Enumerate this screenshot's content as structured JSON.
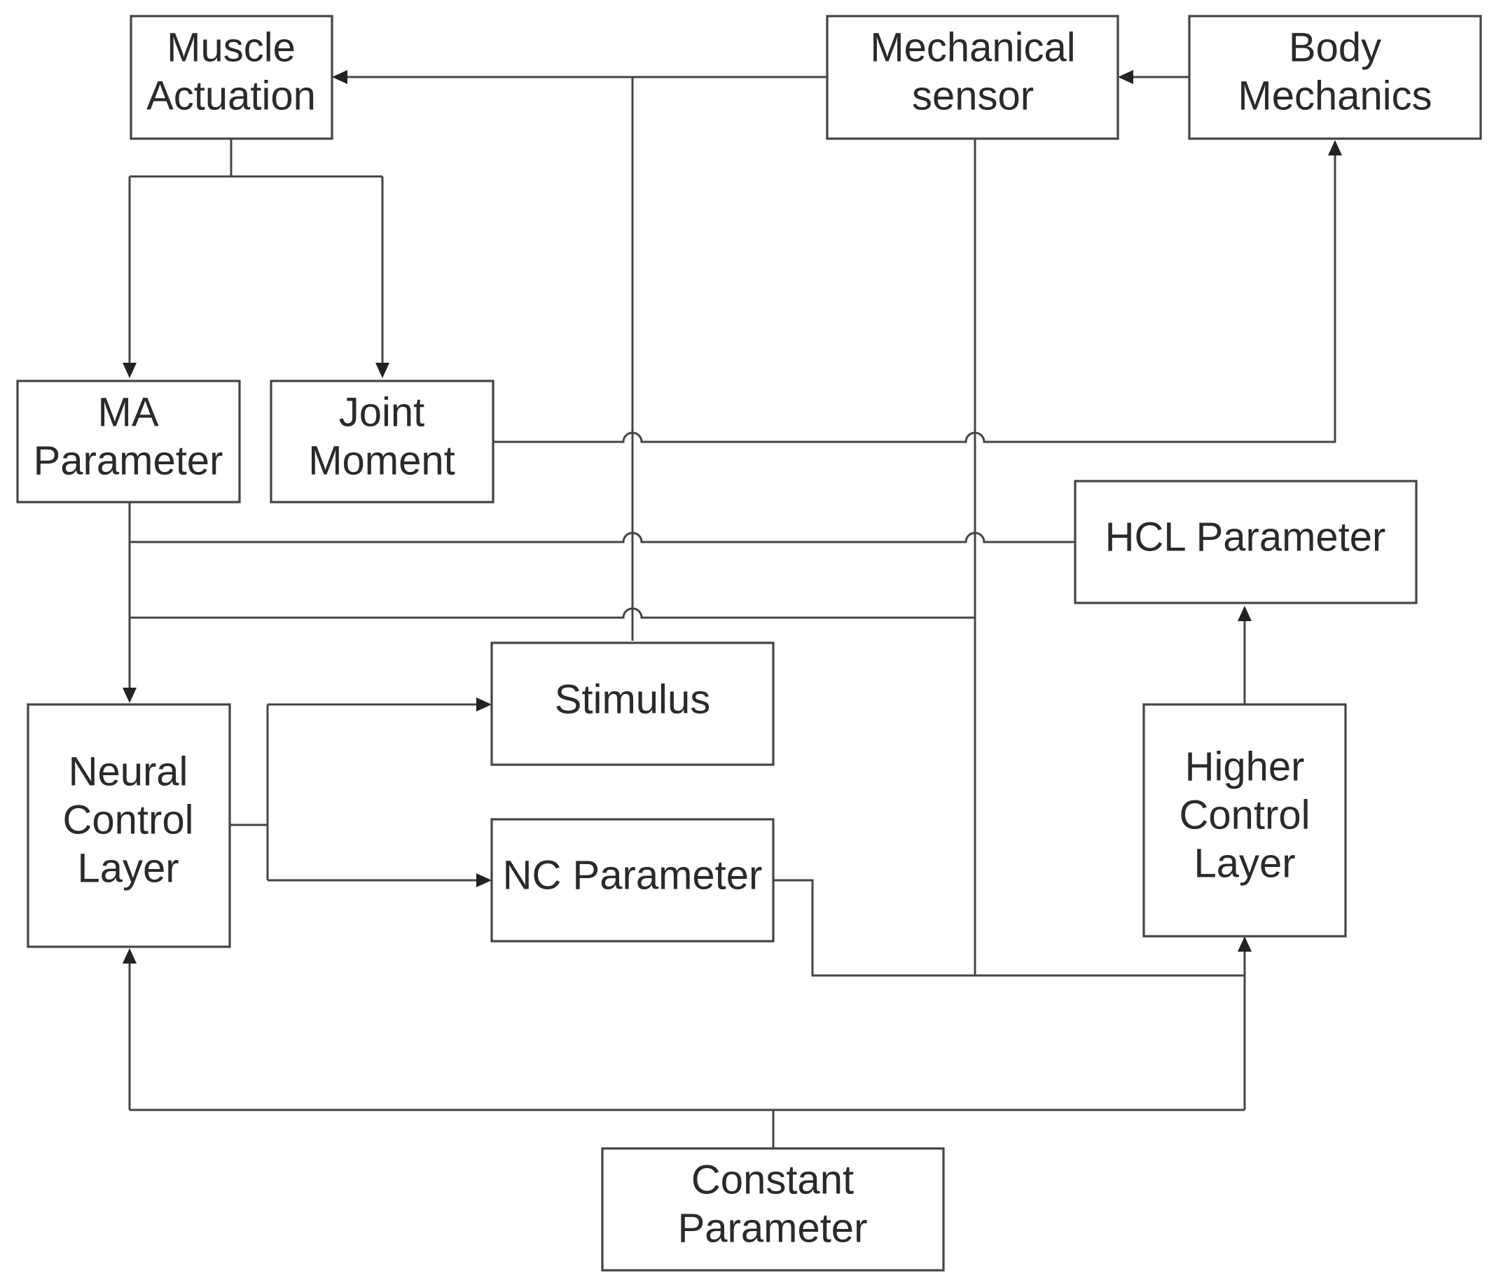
{
  "nodes": {
    "muscle_actuation": {
      "lines": [
        "Muscle",
        "Actuation"
      ]
    },
    "mechanical_sensor": {
      "lines": [
        "Mechanical",
        "sensor"
      ]
    },
    "body_mechanics": {
      "lines": [
        "Body",
        "Mechanics"
      ]
    },
    "ma_parameter": {
      "lines": [
        "MA",
        "Parameter"
      ]
    },
    "joint_moment": {
      "lines": [
        "Joint",
        "Moment"
      ]
    },
    "hcl_parameter": {
      "lines": [
        "HCL Parameter"
      ]
    },
    "stimulus": {
      "lines": [
        "Stimulus"
      ]
    },
    "neural_control_layer": {
      "lines": [
        "Neural",
        "Control",
        "Layer"
      ]
    },
    "nc_parameter": {
      "lines": [
        "NC Parameter"
      ]
    },
    "higher_control_layer": {
      "lines": [
        "Higher",
        "Control",
        "Layer"
      ]
    },
    "constant_parameter": {
      "lines": [
        "Constant",
        "Parameter"
      ]
    }
  }
}
